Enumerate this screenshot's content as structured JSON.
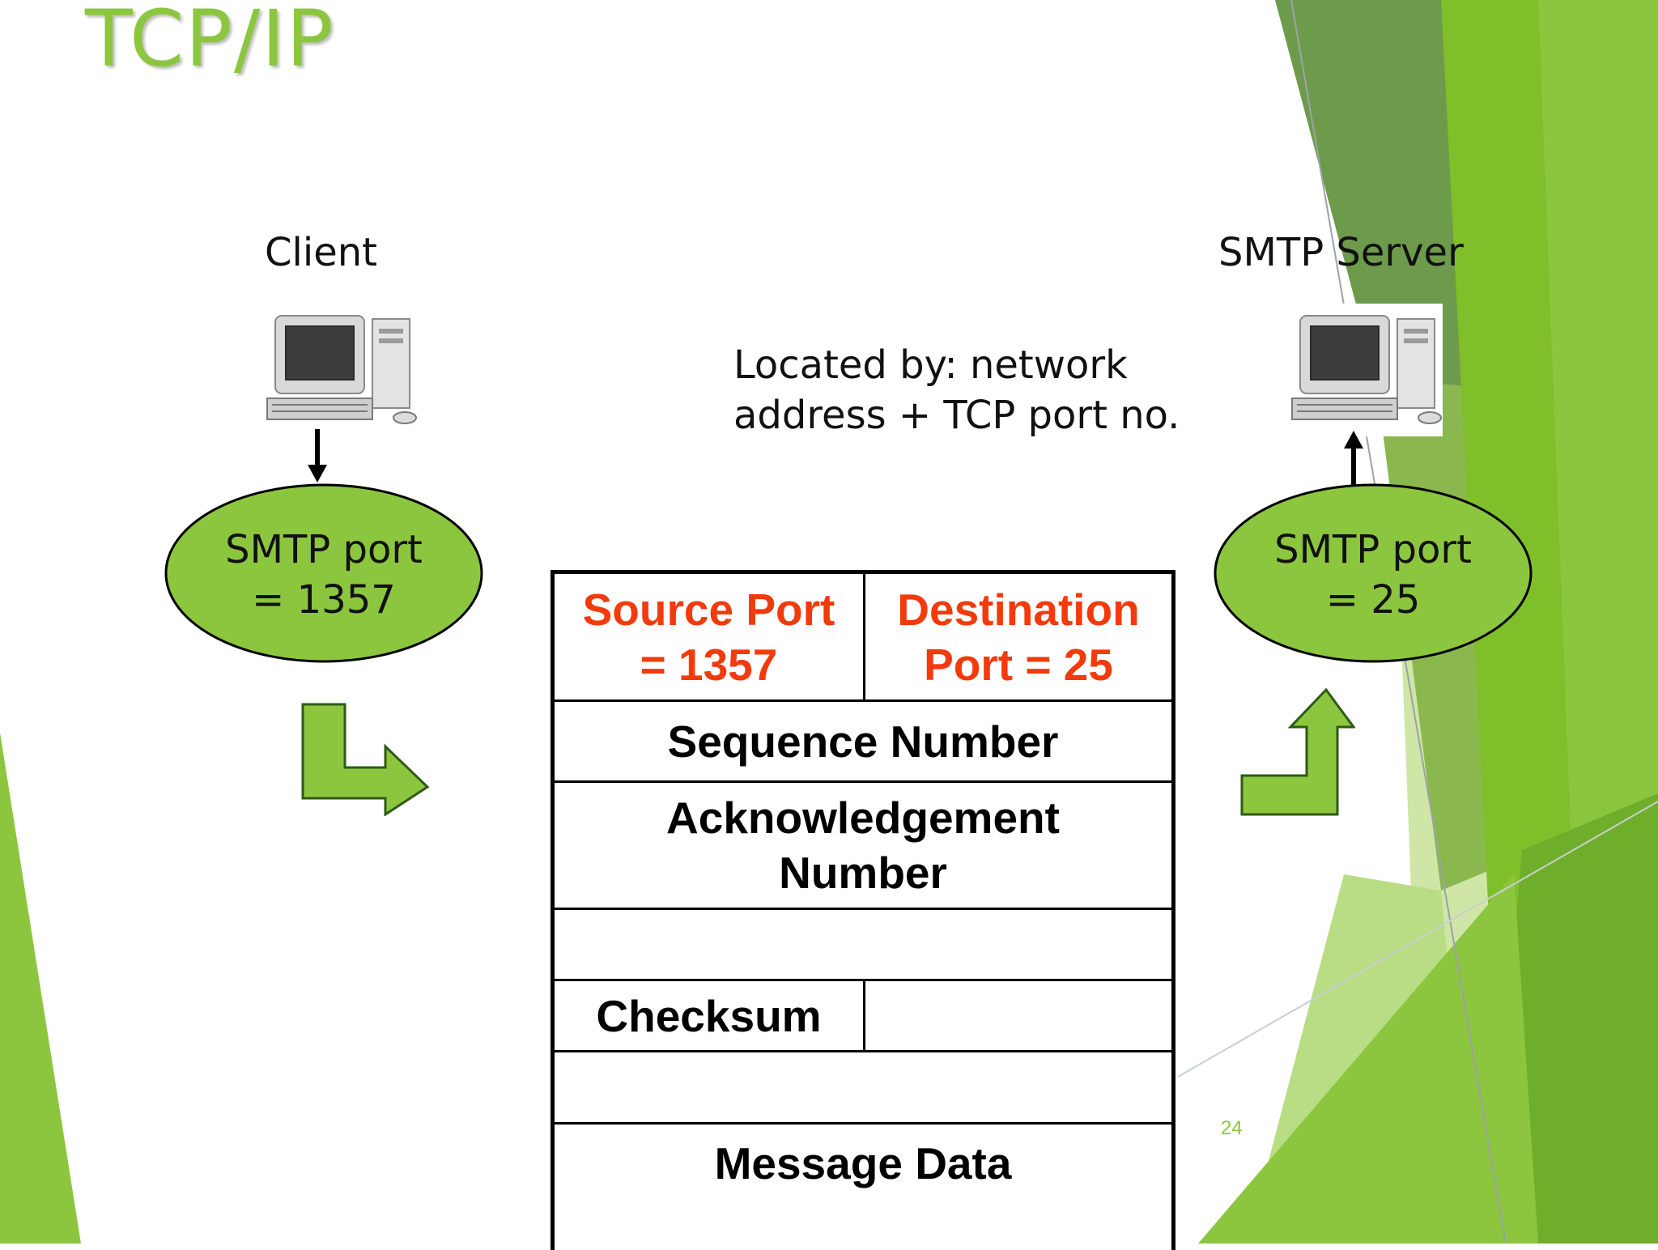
{
  "slide": {
    "title": "TCP/IP",
    "page_number": "24",
    "accent_color": "#8cc63f"
  },
  "client": {
    "label": "Client",
    "port_label": "SMTP port\n= 1357",
    "icon": "desktop-computer-icon"
  },
  "server": {
    "label": "SMTP Server",
    "port_label": "SMTP port\n= 25",
    "icon": "desktop-computer-icon"
  },
  "note": "Located by: network\naddress + TCP port no.",
  "segment": {
    "source_port": "Source Port\n= 1357",
    "destination_port": "Destination\nPort = 25",
    "sequence_number": "Sequence Number",
    "acknowledgement_number": "Acknowledgement\nNumber",
    "checksum": "Checksum",
    "message_data": "Message Data",
    "highlight_color": "#f23a0c"
  }
}
